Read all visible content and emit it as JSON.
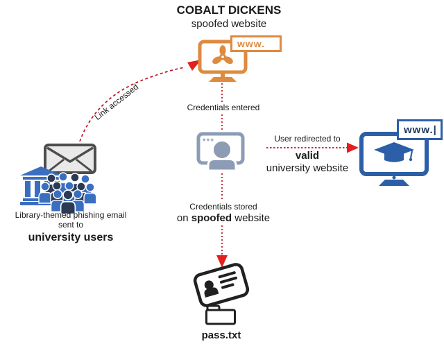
{
  "header": {
    "title": "COBALT DICKENS",
    "subtitle": "spoofed website"
  },
  "spoofed_site": {
    "url": "www."
  },
  "valid_site": {
    "url": "www.|"
  },
  "victim": {
    "screen_text": "***"
  },
  "flow": {
    "link_accessed": "Link accessed",
    "credentials_entered": "Credentials entered",
    "redirect_line1": "User redirected to",
    "redirect_bold": "valid",
    "redirect_line2": "university website",
    "stored_line1": "Credentials stored",
    "stored_pre": "on ",
    "stored_bold": "spoofed",
    "stored_post": " website"
  },
  "source": {
    "line1": "Library-themed phishing email",
    "line2": "sent to",
    "bold": "university users"
  },
  "output_file": "pass.txt",
  "colors": {
    "spoofed_orange": "#de8a3f",
    "valid_blue": "#2c5fa7",
    "victim_gray_blue": "#8d9cb5",
    "arrow_red": "#bb1322",
    "arrowhead_red": "#e3201d",
    "crowd_blue": "#3a6fc0",
    "crowd_navy": "#2b3a55",
    "envelope_gray": "#e9e9e9",
    "envelope_outline": "#4d4d4d",
    "icon_black": "#212121",
    "url_text_navy": "#1f3864"
  }
}
